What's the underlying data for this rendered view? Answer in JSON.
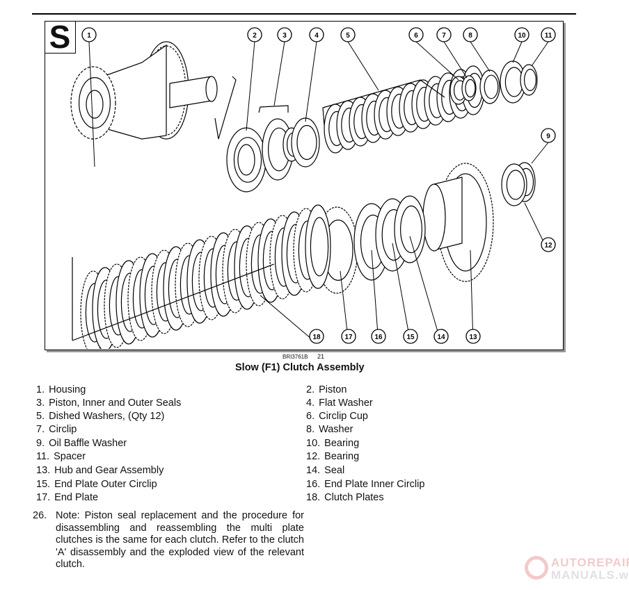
{
  "section_badge": "S",
  "figure": {
    "reference": "BRI3761B",
    "number": "21",
    "caption": "Slow (F1) Clutch Assembly",
    "callouts": [
      "1",
      "2",
      "3",
      "4",
      "5",
      "6",
      "7",
      "8",
      "9",
      "10",
      "11",
      "12",
      "13",
      "14",
      "15",
      "16",
      "17",
      "18"
    ]
  },
  "parts_list": [
    {
      "num": "1.",
      "name": "Housing"
    },
    {
      "num": "2.",
      "name": "Piston"
    },
    {
      "num": "3.",
      "name": "Piston, Inner and Outer Seals"
    },
    {
      "num": "4.",
      "name": "Flat Washer"
    },
    {
      "num": "5.",
      "name": "Dished Washers, (Qty 12)"
    },
    {
      "num": "6.",
      "name": "Circlip Cup"
    },
    {
      "num": "7.",
      "name": "Circlip"
    },
    {
      "num": "8.",
      "name": "Washer"
    },
    {
      "num": "9.",
      "name": "Oil Baffle Washer"
    },
    {
      "num": "10.",
      "name": "Bearing"
    },
    {
      "num": "11.",
      "name": "Spacer"
    },
    {
      "num": "12.",
      "name": "Bearing"
    },
    {
      "num": "13.",
      "name": "Hub and Gear Assembly"
    },
    {
      "num": "14.",
      "name": "Seal"
    },
    {
      "num": "15.",
      "name": "End Plate Outer Circlip"
    },
    {
      "num": "16.",
      "name": "End Plate Inner Circlip"
    },
    {
      "num": "17.",
      "name": "End Plate"
    },
    {
      "num": "18.",
      "name": "Clutch Plates"
    }
  ],
  "note": {
    "num": "26.",
    "text": "Note:  Piston seal replacement and the procedure for disassembling and reassembling the multi plate clutches is the same for each clutch.  Refer to the clutch 'A' disassembly and the exploded view of the relevant clutch."
  },
  "watermark": {
    "line1": "AUTOREPAIR",
    "line2": "MANUALS.ws",
    "color": "#e58a8a"
  }
}
